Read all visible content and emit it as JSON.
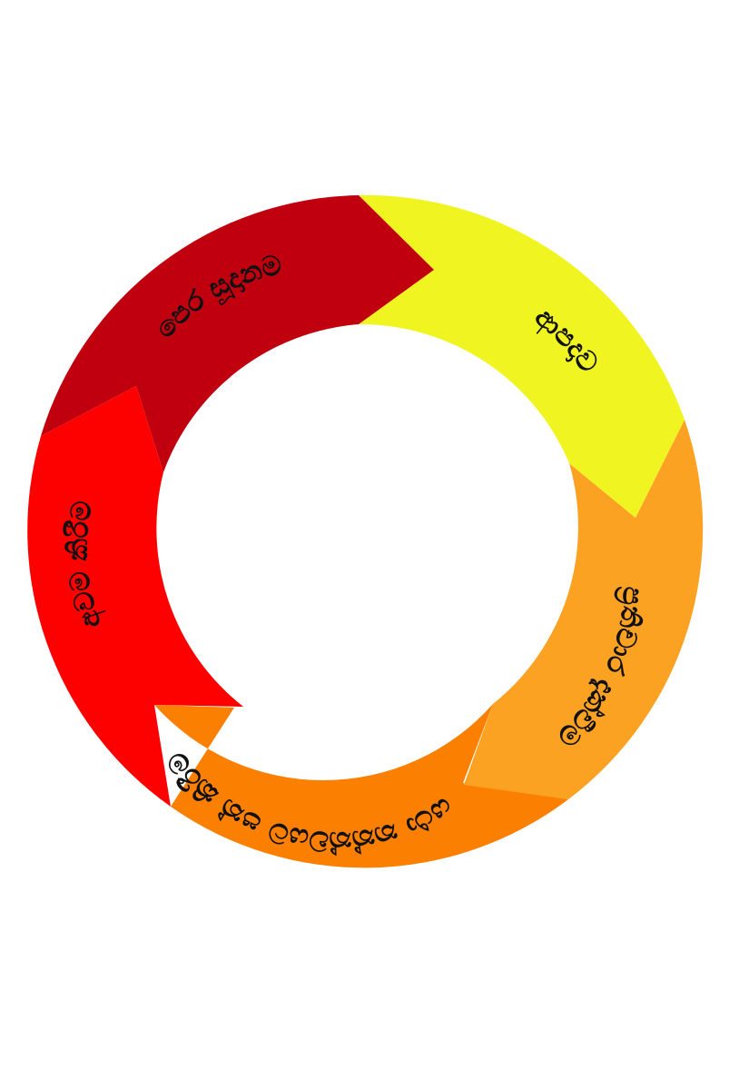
{
  "diagram": {
    "stages": [
      {
        "label": "පෙර සූදානම",
        "color": "#C0000E"
      },
      {
        "label": "ආපදාව",
        "color": "#F0F522"
      },
      {
        "label": "ප්‍රතිචාර දැක්වීම",
        "color": "#FCA223"
      },
      {
        "label": "යථා තත්ත්වයට පත් කිරීම",
        "color": "#FB7F00"
      },
      {
        "label": "අවම කිරීම",
        "color": "#FD0000"
      }
    ]
  }
}
